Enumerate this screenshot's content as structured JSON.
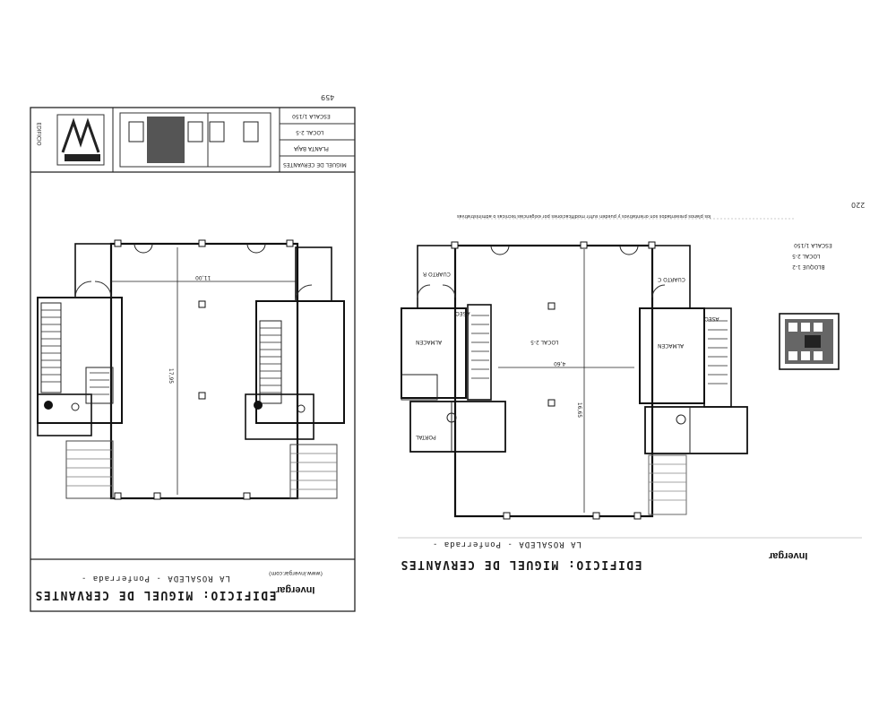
{
  "left_sheet": {
    "page_number": "459",
    "building_title": "EDIFICIO: MIGUEL DE CERVANTES",
    "location": "LA ROSALEDA - Ponferrada -",
    "website": "(www.invergar.com)",
    "brand": "Invergar",
    "vertical_label": "EDIFICIO",
    "box_lines": [
      "ESCALA 1/150",
      "LOCAL 2-5",
      "PLANTA BAJA",
      "MIGUEL DE CERVANTES"
    ],
    "dimension_width": "11,00",
    "dimension_height": "17,95"
  },
  "right_sheet": {
    "page_number": "220",
    "building_title": "EDIFICIO: MIGUEL DE CERVANTES",
    "location": "LA ROSALEDA - Ponferrada -",
    "brand": "Invergar",
    "notice_line": "los planos presentados son orientativos y pueden sufrir modificaciones por exigencias tecnicas o administrativas",
    "legend_lines": [
      "ESCALA 1/150",
      "LOCAL 2-5",
      "BLOQUE 1-2"
    ],
    "room_labels": [
      "LOCAL 2-5",
      "ALMACEN",
      "ALMACEN",
      "ASEO",
      "ASEO",
      "PORTAL",
      "CUARTO R",
      "CUARTO C"
    ],
    "dimension_width": "4,60",
    "dimension_height": "16,65"
  }
}
